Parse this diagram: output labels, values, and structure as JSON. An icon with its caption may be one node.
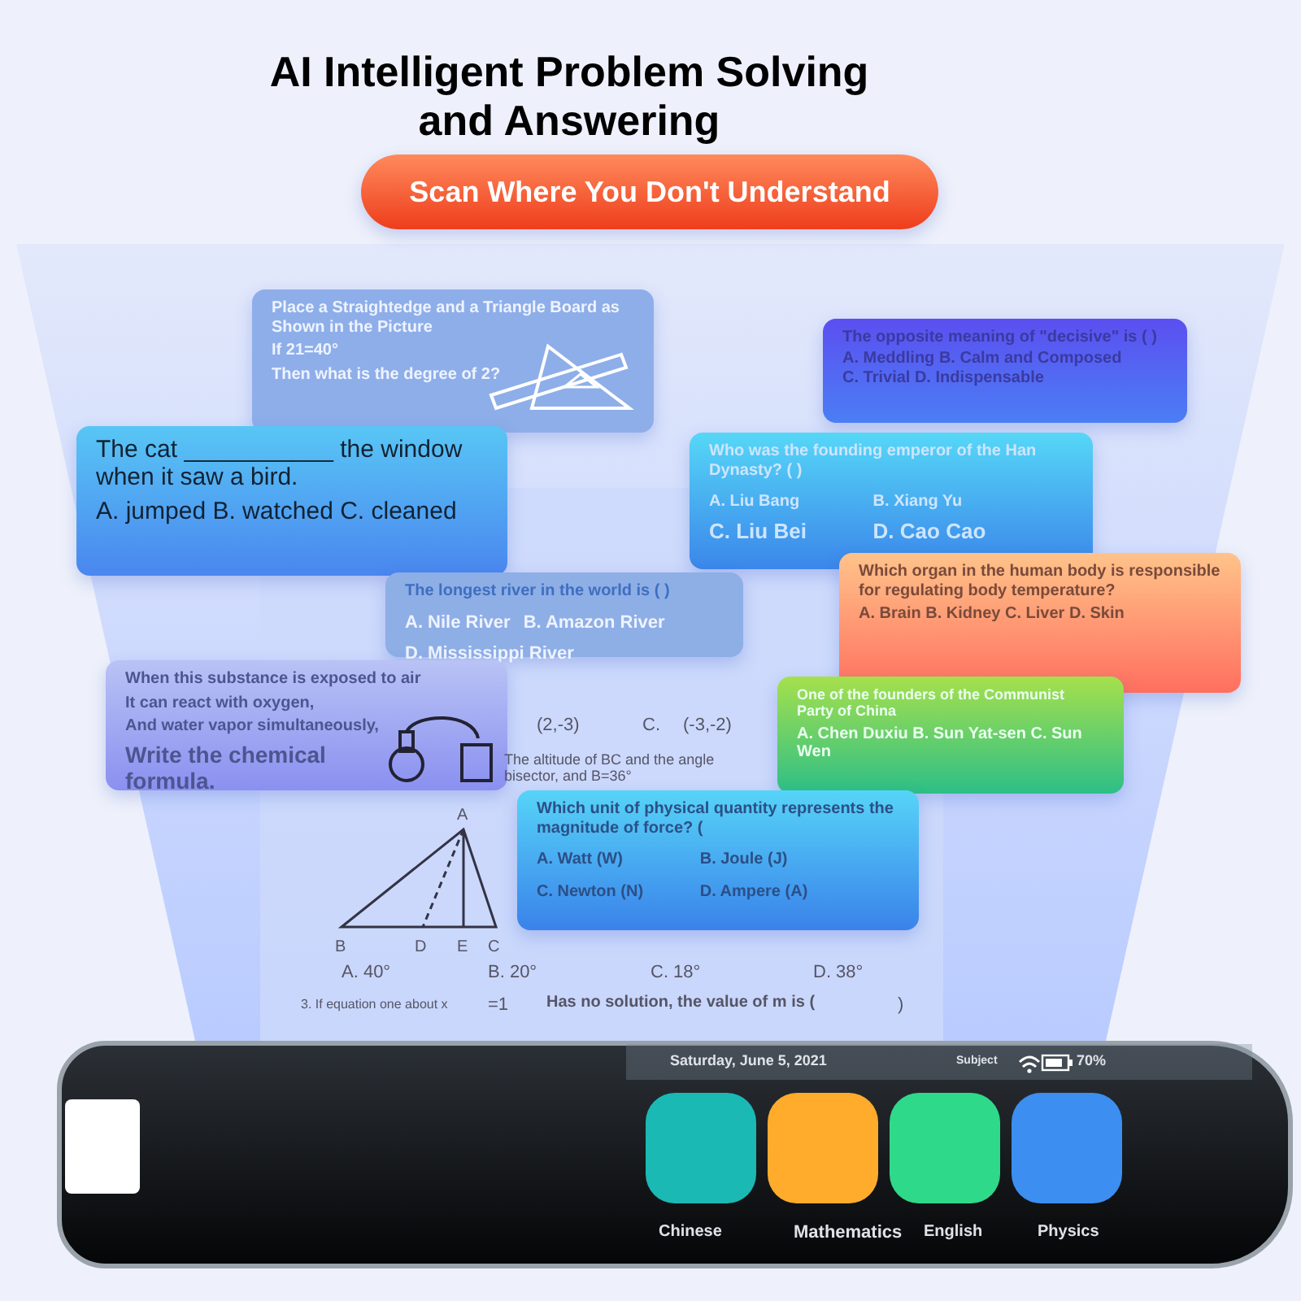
{
  "diagram": {
    "title": "AI Intelligent Problem Solving and Answering",
    "nodes": [
      {
        "text": [
          "Scan Where You Don't Understand"
        ]
      },
      {
        "text": [
          "Place a Straightedge and a Triangle Board as Shown in the Picture",
          "If 21=40°",
          "Then what is the degree of 2?"
        ]
      },
      {
        "text": [
          "The opposite meaning of \"decisive\" is (   )",
          "A. Meddling B. Calm and Composed",
          "C. Trivial D. Indispensable"
        ]
      },
      {
        "text": [
          "The cat ___________ the window when it saw a bird.",
          "A. jumped  B. watched C. cleaned"
        ]
      },
      {
        "text": [
          "Who was the founding emperor of the Han Dynasty? (   )",
          "A. Liu Bang",
          "B. Xiang Yu",
          "C. Liu Bei",
          "D. Cao Cao"
        ]
      },
      {
        "text": [
          "The longest river in the world is (   )",
          "A. Nile River",
          "B. Amazon River",
          "D. Mississippi River"
        ]
      },
      {
        "text": [
          "Which organ in the human body is responsible for regulating body temperature?",
          "A. Brain B. Kidney C. Liver D. Skin"
        ]
      },
      {
        "text": [
          "When this substance is exposed to air",
          "It can react with oxygen,",
          "And water vapor simultaneously,",
          "Write the chemical formula."
        ]
      },
      {
        "text": [
          "One of the founders of the Communist Party of China",
          "A. Chen Duxiu B. Sun Yat-sen C. Sun Wen"
        ]
      },
      {
        "text": [
          "Which unit of physical quantity represents the magnitude of force? (",
          "A. Watt (W)",
          "B. Joule (J)",
          "C. Newton (N)",
          "D. Ampere (A)"
        ]
      }
    ],
    "labels": [
      "(2,-3)",
      "C.",
      "(-3,-2)",
      "The altitude of BC and the angle bisector, and B=36°",
      "A",
      "B",
      "D",
      "E",
      "C",
      "A. 40°",
      "B. 20°",
      "C. 18°",
      "D. 38°",
      "3. If equation one about x",
      "=1",
      "Has no solution, the value of m is (",
      ")",
      "Saturday, June 5, 2021",
      "Subject",
      "70%",
      "Chinese",
      "Mathematics",
      "English",
      "Physics"
    ]
  }
}
